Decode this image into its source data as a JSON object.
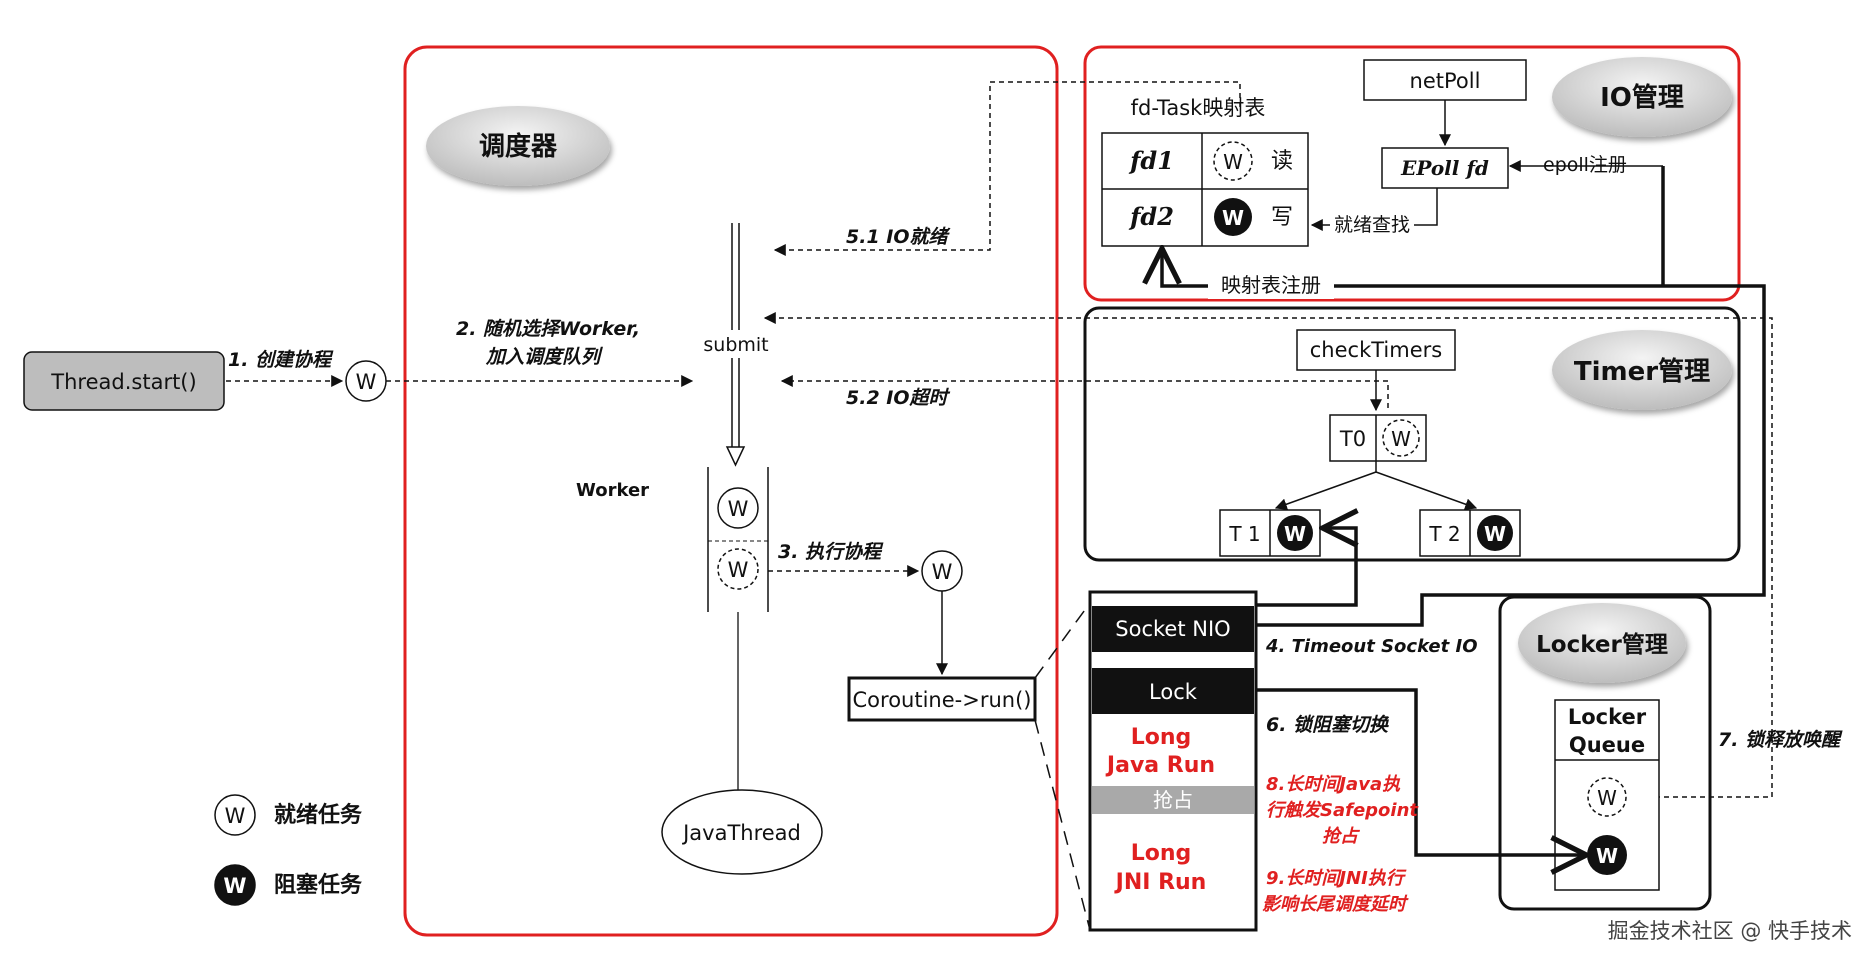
{
  "colors": {
    "red_frame": "#e02020",
    "black": "#111111",
    "label_red": "#e02020",
    "gray_box": "#c8c8c8"
  },
  "left": {
    "thread_start": "Thread.start()",
    "step1": "1. 创建协程",
    "w": "W"
  },
  "scheduler": {
    "title": "调度器",
    "submit": "submit",
    "step2_line1": "2. 随机选择Worker,",
    "step2_line2": "加入调度队列",
    "step51": "5.1 IO就绪",
    "step52": "5.2 IO超时",
    "worker": "Worker",
    "step3": "3. 执行协程",
    "coroutine_run": "Coroutine->run()",
    "java_thread": "JavaThread"
  },
  "legend": {
    "ready": "就绪任务",
    "blocked": "阻塞任务"
  },
  "io": {
    "title": "IO管理",
    "fd_table_title": "fd-Task映射表",
    "fd1": "fd1",
    "fd2": "fd2",
    "read": "读",
    "write": "写",
    "netpoll": "netPoll",
    "epoll_fd": "EPoll fd",
    "epoll_register": "epoll注册",
    "ready_lookup": "就绪查找",
    "map_register": "映射表注册"
  },
  "timer": {
    "title": "Timer管理",
    "check_timers": "checkTimers",
    "t0": "T0",
    "t1": "T 1",
    "t2": "T 2"
  },
  "locker": {
    "title": "Locker管理",
    "queue_line1": "Locker",
    "queue_line2": "Queue",
    "step7": "7. 锁释放唤醒"
  },
  "stack": {
    "socket_nio": "Socket NIO",
    "lock": "Lock",
    "long_java_1": "Long",
    "long_java_2": "Java Run",
    "preempt": "抢占",
    "long_jni_1": "Long",
    "long_jni_2": "JNI Run"
  },
  "steps": {
    "step4": "4. Timeout Socket IO",
    "step6": "6. 锁阻塞切换",
    "step8_line1": "8.长时间Java执",
    "step8_line2": "行触发Safepoint",
    "step8_line3": "抢占",
    "step9_line1": "9.长时间JNI执行",
    "step9_line2": "影响长尾调度延时"
  },
  "watermark": "掘金技术社区 @ 快手技术"
}
